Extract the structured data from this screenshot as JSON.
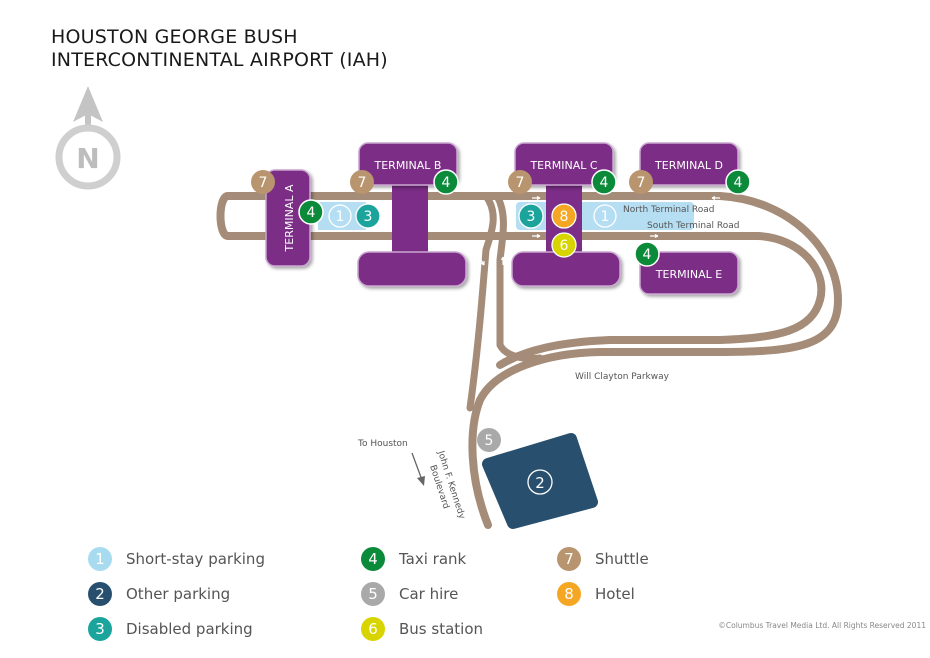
{
  "title": {
    "line1": "HOUSTON GEORGE BUSH",
    "line2": "INTERCONTINENTAL AIRPORT (IAH)"
  },
  "compass": {
    "label": "N",
    "icon": "north-arrow-icon"
  },
  "terminals": {
    "a": "TERMINAL A",
    "b": "TERMINAL B",
    "c": "TERMINAL C",
    "d": "TERMINAL D",
    "e": "TERMINAL E"
  },
  "roads": {
    "north_terminal": "North Terminal Road",
    "south_terminal": "South Terminal Road",
    "will_clayton": "Will Clayton Parkway",
    "jfk_line1": "John F. Kennedy",
    "jfk_line2": "Boulevard",
    "to_houston": "To Houston"
  },
  "markers": {
    "short_stay": "1",
    "other_parking": "2",
    "disabled_parking": "3",
    "taxi_rank": "4",
    "car_hire": "5",
    "bus_station": "6",
    "shuttle": "7",
    "hotel": "8"
  },
  "legend": [
    {
      "num": "1",
      "label": "Short-stay parking",
      "color": "#a9dbf0"
    },
    {
      "num": "2",
      "label": "Other parking",
      "color": "#28506e"
    },
    {
      "num": "3",
      "label": "Disabled parking",
      "color": "#1aa49c"
    },
    {
      "num": "4",
      "label": "Taxi rank",
      "color": "#0b8a3a"
    },
    {
      "num": "5",
      "label": "Car hire",
      "color": "#a9a9a9"
    },
    {
      "num": "6",
      "label": "Bus station",
      "color": "#d7d400"
    },
    {
      "num": "7",
      "label": "Shuttle",
      "color": "#b9956f"
    },
    {
      "num": "8",
      "label": "Hotel",
      "color": "#f5a623"
    }
  ],
  "colors": {
    "terminal": "#7b2d87",
    "road": "#a58c78",
    "parking_light": "#b6def2",
    "parking_dark": "#28506e"
  },
  "copyright": "©Columbus Travel Media Ltd. All Rights Reserved 2011"
}
